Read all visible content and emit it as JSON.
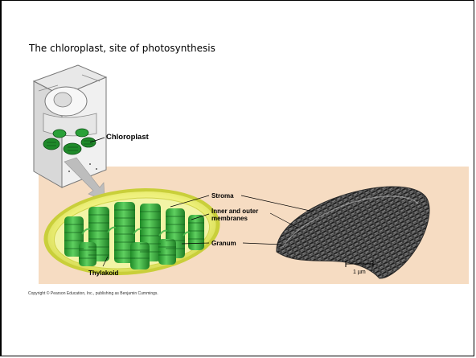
{
  "slide": {
    "title": "The chloroplast, site of photosynthesis"
  },
  "figure": {
    "labels": {
      "chloroplast": "Chloroplast",
      "stroma": "Stroma",
      "membranes_line1": "Inner and outer",
      "membranes_line2": "membranes",
      "granum": "Granum",
      "thylakoid": "Thylakoid",
      "scale": "1 µm"
    },
    "colors": {
      "panel_background": "#f6dcc2",
      "chloroplast_green": "#2eaa36",
      "outer_membrane": "#e6e860",
      "micrograph_gray": "#5a5a5a"
    }
  },
  "copyright": "Copyright © Pearson Education, Inc., publishing as Benjamin Cummings."
}
